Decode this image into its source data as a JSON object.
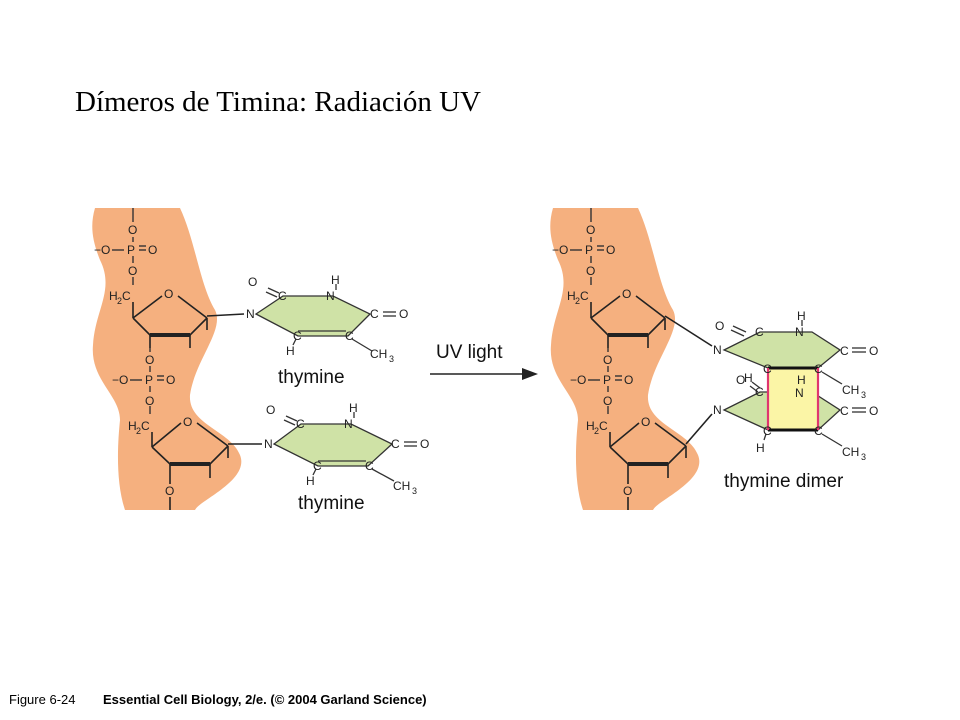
{
  "title": "Dímeros de Timina: Radiación UV",
  "left": {
    "base_top_label": "thymine",
    "base_bottom_label": "thymine"
  },
  "arrow": {
    "label": "UV light"
  },
  "right": {
    "dimer_label": "thymine dimer"
  },
  "atoms": {
    "O": "O",
    "P": "P",
    "N": "N",
    "C": "C",
    "H": "H",
    "neg_O": "−O",
    "H2C_H": "H",
    "H2C_C": "C",
    "sub2": "2",
    "CH3_C": "CH",
    "sub3": "3"
  },
  "caption": {
    "figure": "Figure 6-24",
    "source": "Essential Cell Biology, 2/e. (© 2004 Garland Science)"
  },
  "colors": {
    "backbone": "#f5b07f",
    "base": "#cfe2a6",
    "dimer_ring": "#fbf5a6",
    "dimer_bond": "#e0366f",
    "line": "#333333"
  }
}
